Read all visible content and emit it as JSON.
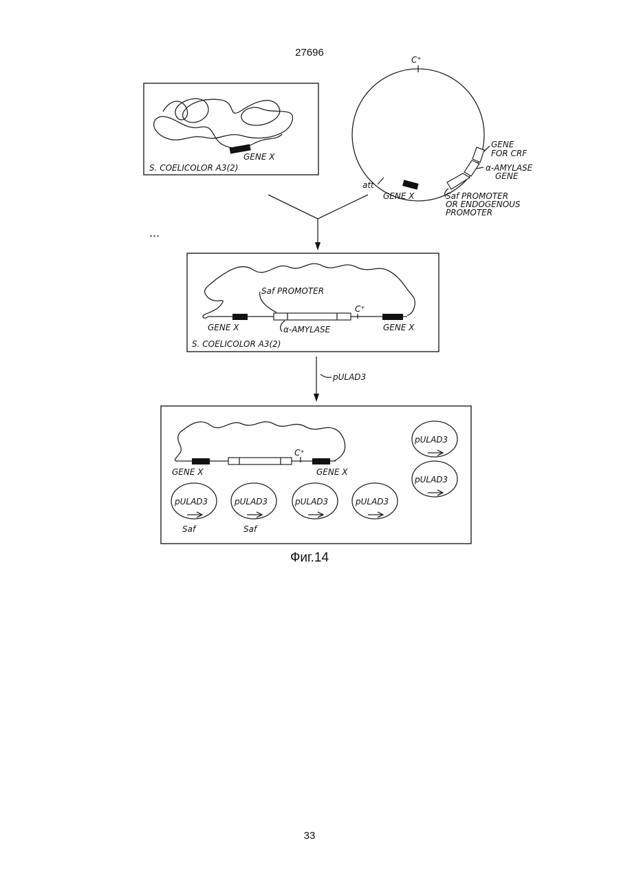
{
  "page": {
    "doc_number": "27696",
    "page_number": "33",
    "caption": "Фиг.14"
  },
  "panel1": {
    "gene_label": "GENE X",
    "organism_label": "S. COELICOLOR A3(2)"
  },
  "plasmid": {
    "c_plus": "C⁺",
    "gene_crf_line1": "GENE",
    "gene_crf_line2": "FOR CRF",
    "amylase_line1": "α-AMYLASE",
    "amylase_line2": "GENE",
    "promoter_line1": "Saf PROMOTER",
    "promoter_line2": "OR ENDOGENOUS",
    "promoter_line3": "PROMOTER",
    "att": "att",
    "gene_x": "GENE X"
  },
  "panel2": {
    "promoter_label": "Saf PROMOTER",
    "c_plus": "C⁺",
    "gene_left": "GENE X",
    "gene_right": "GENE X",
    "amylase_label": "α-AMYLASE",
    "organism_label": "S. COELICOLOR A3(2)"
  },
  "arrow2_label": "pULAD3",
  "panel3": {
    "c_plus": "C⁺",
    "gene_left": "GENE X",
    "gene_right": "GENE X",
    "plasmids": [
      "pULAD3",
      "pULAD3",
      "pULAD3",
      "pULAD3",
      "pULAD3",
      "pULAD3"
    ],
    "saf_labels": [
      "Saf",
      "Saf"
    ]
  }
}
